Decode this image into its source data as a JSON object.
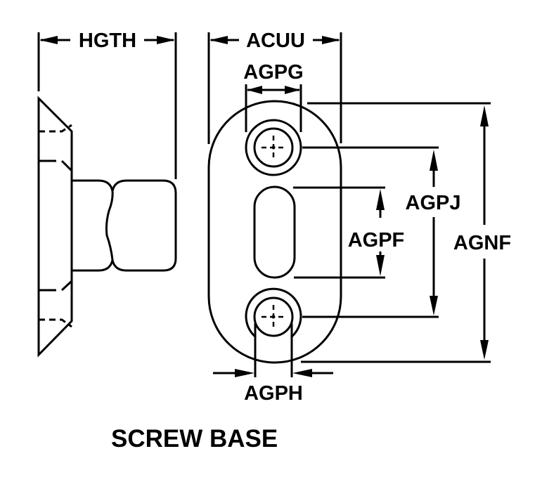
{
  "diagram": {
    "title": "SCREW BASE",
    "colors": {
      "line": "#000000",
      "background": "#ffffff"
    },
    "dimensions": {
      "hgth": "HGTH",
      "acuu": "ACUU",
      "agpg": "AGPG",
      "agpj": "AGPJ",
      "agpf": "AGPF",
      "agnf": "AGNF",
      "agph": "AGPH"
    },
    "views": [
      "side-view",
      "front-view"
    ]
  }
}
